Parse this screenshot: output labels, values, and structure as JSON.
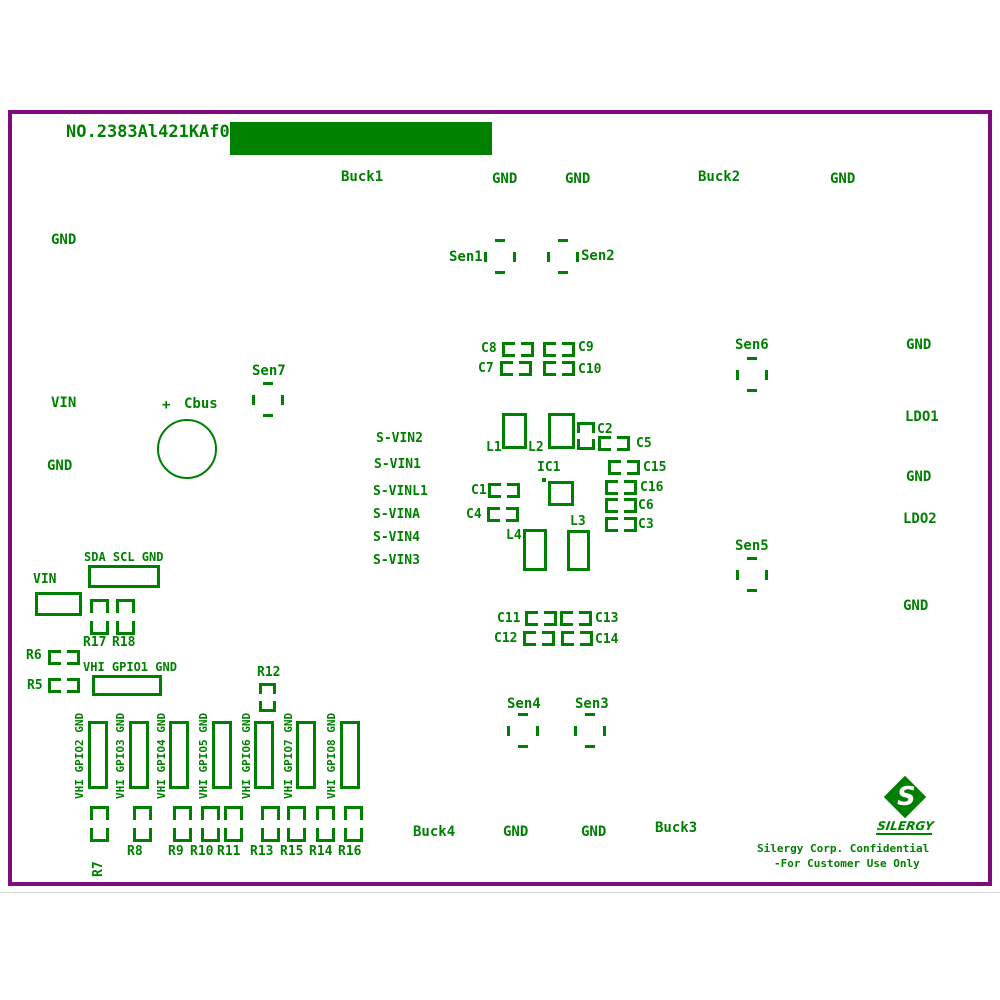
{
  "colors": {
    "silk": "#008000",
    "border": "#7B0E7B"
  },
  "title": "NO.2383Al421KAf0",
  "ports": {
    "gnd": "GND",
    "vin": "VIN",
    "buck1": "Buck1",
    "buck2": "Buck2",
    "buck3": "Buck3",
    "buck4": "Buck4",
    "ldo1": "LDO1",
    "ldo2": "LDO2",
    "sda_scl_gnd": "SDA SCL GND",
    "vhi_gpio1_gnd": "VHI GPIO1 GND",
    "vhi_gpio2_gnd": "VHI GPIO2 GND",
    "vhi_gpio3_gnd": "VHI GPIO3 GND",
    "vhi_gpio4_gnd": "VHI GPIO4 GND",
    "vhi_gpio5_gnd": "VHI GPIO5 GND",
    "vhi_gpio6_gnd": "VHI GPIO6 GND",
    "vhi_gpio7_gnd": "VHI GPIO7 GND",
    "vhi_gpio8_gnd": "VHI GPIO8 GND",
    "s_vin1": "S-VIN1",
    "s_vin2": "S-VIN2",
    "s_vinl1": "S-VINL1",
    "s_vina": "S-VINA",
    "s_vin3": "S-VIN3",
    "s_vin4": "S-VIN4"
  },
  "designators": {
    "ic1": "IC1",
    "l1": "L1",
    "l2": "L2",
    "l3": "L3",
    "l4": "L4",
    "c1": "C1",
    "c2": "C2",
    "c3": "C3",
    "c4": "C4",
    "c5": "C5",
    "c6": "C6",
    "c7": "C7",
    "c8": "C8",
    "c9": "C9",
    "c10": "C10",
    "c11": "C11",
    "c12": "C12",
    "c13": "C13",
    "c14": "C14",
    "c15": "C15",
    "c16": "C16",
    "r5": "R5",
    "r6": "R6",
    "r7": "R7",
    "r8": "R8",
    "r9": "R9",
    "r10": "R10",
    "r11": "R11",
    "r12": "R12",
    "r13": "R13",
    "r14": "R14",
    "r15": "R15",
    "r16": "R16",
    "r17": "R17",
    "r18": "R18",
    "sen1": "Sen1",
    "sen2": "Sen2",
    "sen3": "Sen3",
    "sen4": "Sen4",
    "sen5": "Sen5",
    "sen6": "Sen6",
    "sen7": "Sen7",
    "cbus_plus": "+",
    "cbus": "Cbus"
  },
  "footer": {
    "logo_letter": "S",
    "logo_name": "SILERGY",
    "confidential_line1": "Silergy Corp. Confidential",
    "confidential_line2": "-For Customer Use Only"
  }
}
